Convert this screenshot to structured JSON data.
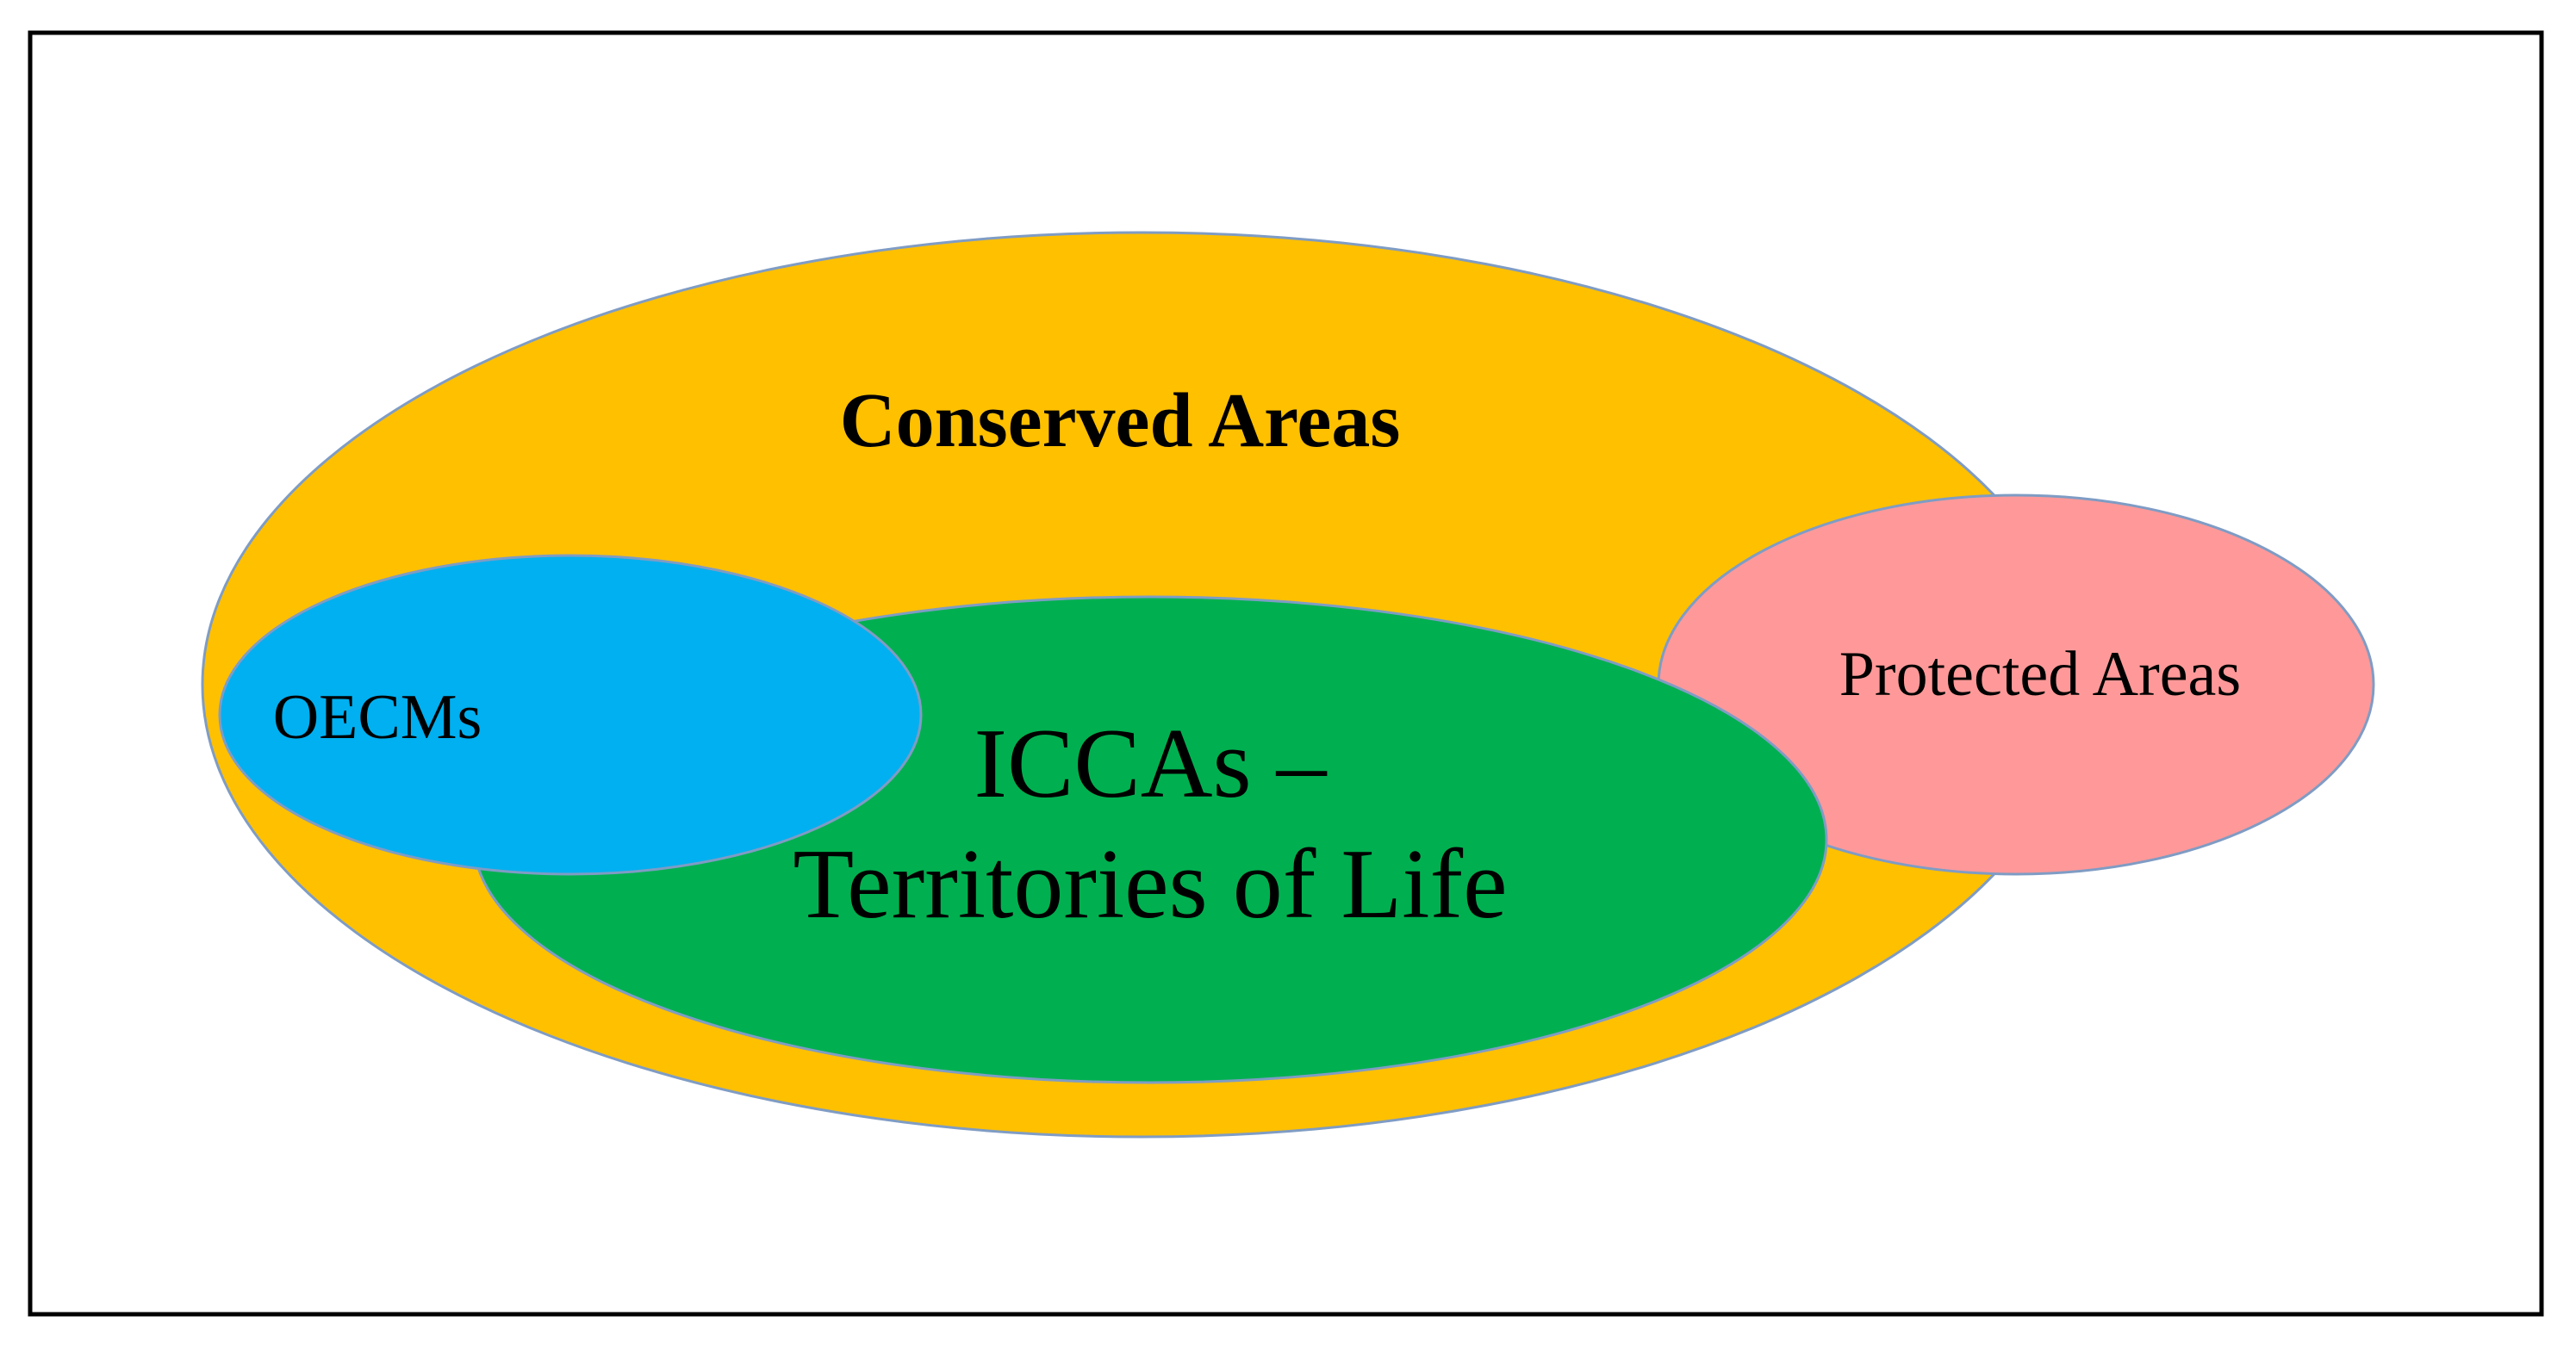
{
  "diagram": {
    "title": "Conserved Areas",
    "sets": {
      "conserved_areas": {
        "label": "Conserved Areas",
        "color": "#FFC000"
      },
      "protected_areas": {
        "label": "Protected Areas",
        "color": "#FF9999"
      },
      "iccas": {
        "label_line1": "ICCAs –",
        "label_line2": "Territories of Life",
        "color": "#00B050"
      },
      "oecms": {
        "label": "OECMs",
        "color": "#00B0F0"
      }
    },
    "outline_color": "#7F9CC4",
    "frame_color": "#000000"
  }
}
